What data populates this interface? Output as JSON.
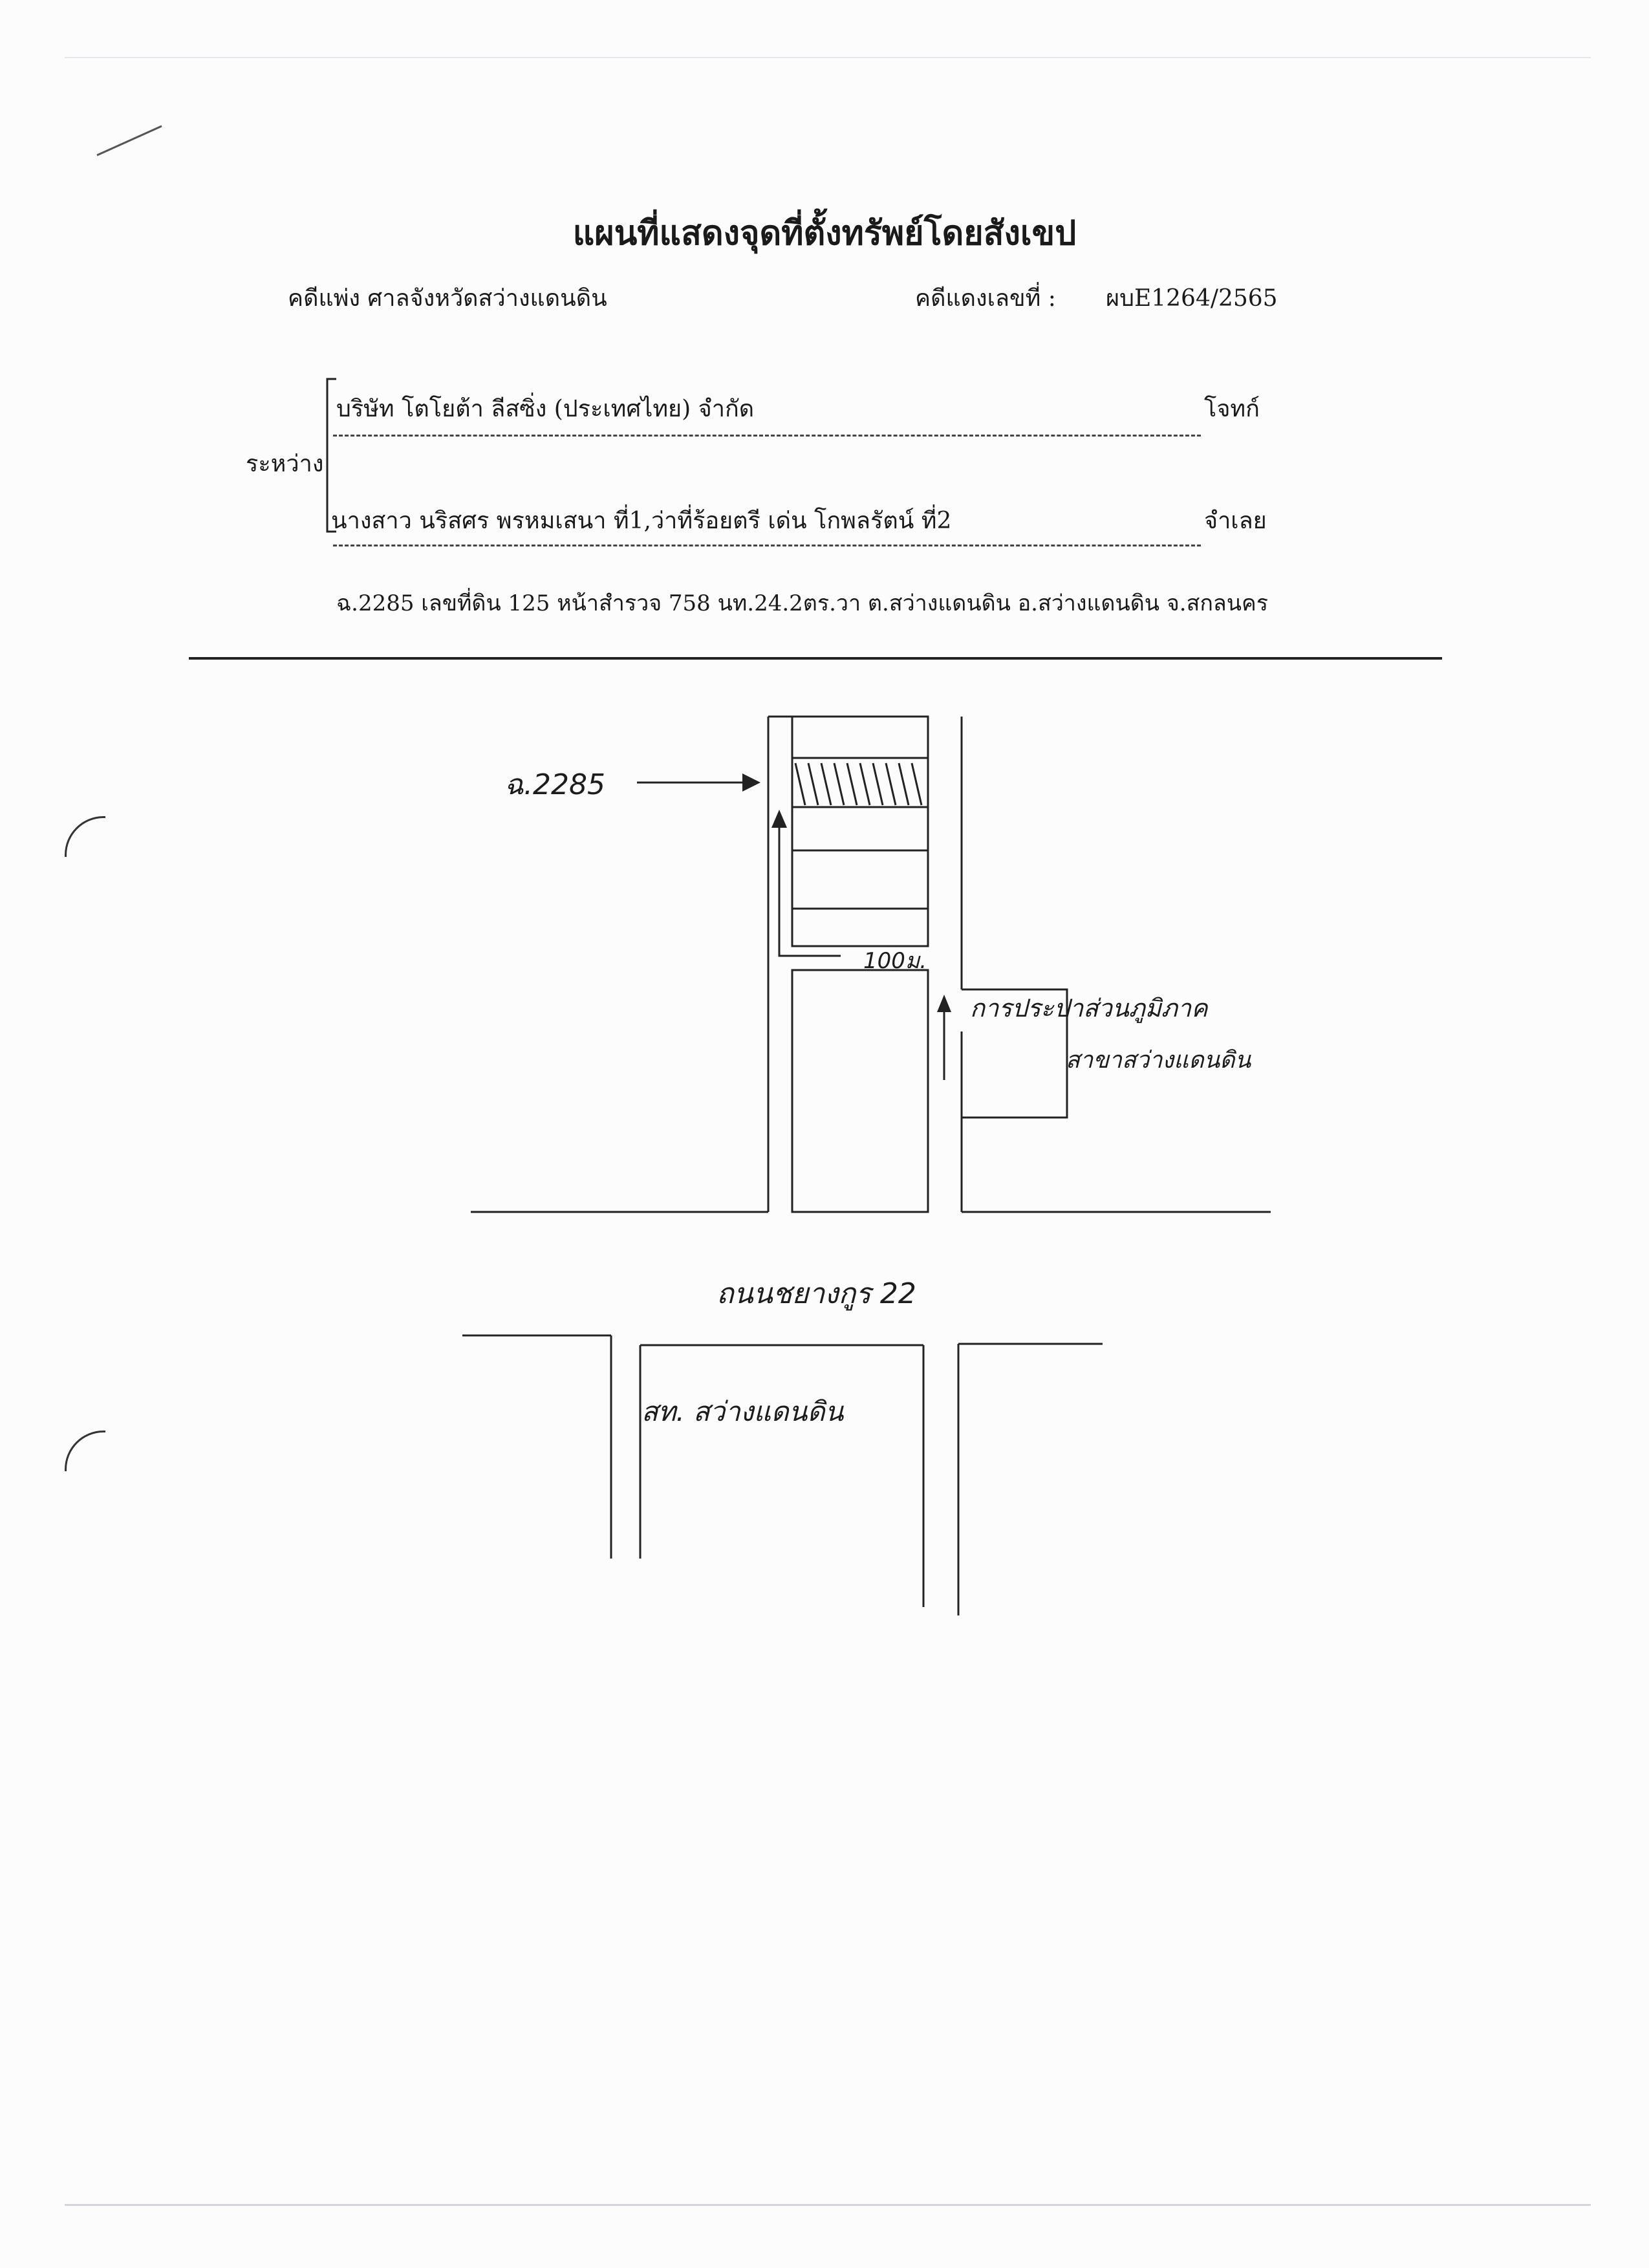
{
  "header": {
    "title": "แผนที่แสดงจุดที่ตั้งทรัพย์โดยสังเขป",
    "court_label": "คดีแพ่ง  ศาลจังหวัดสว่างแดนดิน",
    "case_label": "คดีแดงเลขที่ :",
    "case_number": "ผบE1264/2565"
  },
  "parties": {
    "between_label": "ระหว่าง",
    "plaintiff": "บริษัท โตโยต้า ลีสซิ่ง (ประเทศไทย) จำกัด",
    "plaintiff_role": "โจทก์",
    "defendant": "นางสาว นริสศร พรหมเสนา ที่1,ว่าที่ร้อยตรี เด่น โกพลรัตน์ ที่2",
    "defendant_role": "จำเลย"
  },
  "property_line": "ฉ.2285 เลขที่ดิน 125 หน้าสำรวจ 758 นท.24.2ตร.วา ต.สว่างแดนดิน อ.สว่างแดนดิน จ.สกลนคร",
  "map_annotations": {
    "plot_label": "ฉ.2285",
    "distance": "100ม.",
    "water_authority_line1": "การประปาส่วนภูมิภาค",
    "water_authority_line2": "สาขาสว่างแดนดิน",
    "road_name": "ถนนชยางกูร 22",
    "station_label": "สท. สว่างแดนดิน"
  }
}
